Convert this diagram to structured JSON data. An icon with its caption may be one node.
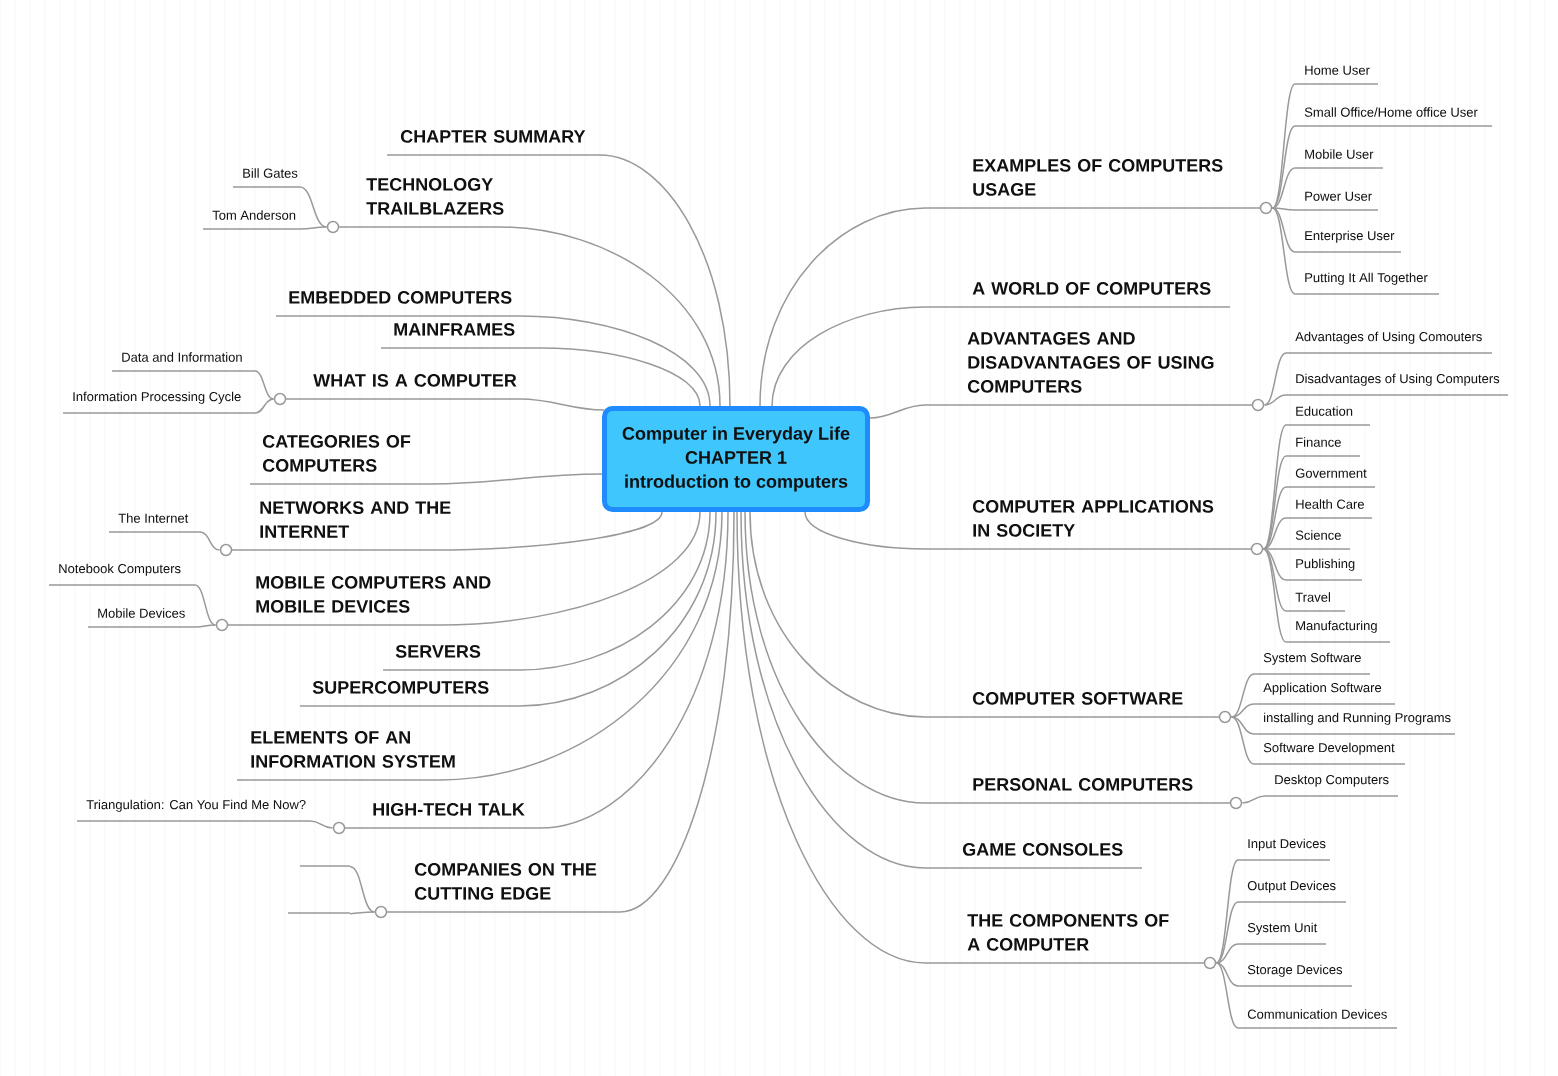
{
  "diagram": {
    "nodes": [
      {
        "text": [
          "Computer in Everyday Life",
          "CHAPTER 1",
          "introduction to computers"
        ]
      },
      {
        "text": [
          "CHAPTER SUMMARY"
        ]
      },
      {
        "text": [
          "TECHNOLOGY TRAILBLAZERS"
        ]
      },
      {
        "text": [
          "Bill Gates"
        ]
      },
      {
        "text": [
          "Tom Anderson"
        ]
      },
      {
        "text": [
          "EMBEDDED COMPUTERS"
        ]
      },
      {
        "text": [
          "MAINFRAMES"
        ]
      },
      {
        "text": [
          "WHAT IS A COMPUTER"
        ]
      },
      {
        "text": [
          "Data and Information"
        ]
      },
      {
        "text": [
          "Information Processing Cycle"
        ]
      },
      {
        "text": [
          "CATEGORIES OF COMPUTERS"
        ]
      },
      {
        "text": [
          "NETWORKS AND THE INTERNET"
        ]
      },
      {
        "text": [
          "The Internet"
        ]
      },
      {
        "text": [
          "MOBILE COMPUTERS AND MOBILE DEVICES"
        ]
      },
      {
        "text": [
          "Notebook Computers"
        ]
      },
      {
        "text": [
          "Mobile Devices"
        ]
      },
      {
        "text": [
          "SERVERS"
        ]
      },
      {
        "text": [
          "SUPERCOMPUTERS"
        ]
      },
      {
        "text": [
          "ELEMENTS OF AN INFORMATION SYSTEM"
        ]
      },
      {
        "text": [
          "HIGH-TECH TALK"
        ]
      },
      {
        "text": [
          "Triangulation: Can You Find Me Now?"
        ]
      },
      {
        "text": [
          "COMPANIES ON THE CUTTING EDGE"
        ]
      },
      {
        "text": [],
        "shape": "line"
      },
      {
        "text": [],
        "shape": "line"
      },
      {
        "text": [
          "EXAMPLES OF COMPUTERS USAGE"
        ]
      },
      {
        "text": [
          "Home User"
        ]
      },
      {
        "text": [
          "Small Office/Home office User"
        ]
      },
      {
        "text": [
          "Mobile User"
        ]
      },
      {
        "text": [
          "Power User"
        ]
      },
      {
        "text": [
          "Enterprise User"
        ]
      },
      {
        "text": [
          "Putting It All Together"
        ]
      },
      {
        "text": [
          "A WORLD OF COMPUTERS"
        ]
      },
      {
        "text": [
          "ADVANTAGES AND DISADVANTAGES OF USING COMPUTERS"
        ]
      },
      {
        "text": [
          "Advantages of Using Comouters"
        ]
      },
      {
        "text": [
          "Disadvantages of Using Computers"
        ]
      },
      {
        "text": [
          "COMPUTER APPLICATIONS IN SOCIETY"
        ]
      },
      {
        "text": [
          "Education"
        ]
      },
      {
        "text": [
          "Finance"
        ]
      },
      {
        "text": [
          "Government"
        ]
      },
      {
        "text": [
          "Health Care"
        ]
      },
      {
        "text": [
          "Science"
        ]
      },
      {
        "text": [
          "Publishing"
        ]
      },
      {
        "text": [
          "Travel"
        ]
      },
      {
        "text": [
          "Manufacturing"
        ]
      },
      {
        "text": [
          "COMPUTER SOFTWARE"
        ]
      },
      {
        "text": [
          "System Software"
        ]
      },
      {
        "text": [
          "Application Software"
        ]
      },
      {
        "text": [
          "installing and Running Programs"
        ]
      },
      {
        "text": [
          "Software Development"
        ]
      },
      {
        "text": [
          "PERSONAL COMPUTERS"
        ]
      },
      {
        "text": [
          "Desktop Computers"
        ]
      },
      {
        "text": [
          "GAME CONSOLES"
        ]
      },
      {
        "text": [
          "THE COMPONENTS OF A COMPUTER"
        ]
      },
      {
        "text": [
          "Input Devices"
        ]
      },
      {
        "text": [
          "Output Devices"
        ]
      },
      {
        "text": [
          "System Unit"
        ]
      },
      {
        "text": [
          "Storage Devices"
        ]
      },
      {
        "text": [
          "Communication Devices"
        ]
      }
    ],
    "edges": [
      {
        "from": 0,
        "to": 1,
        "arrow": "none"
      },
      {
        "from": 0,
        "to": 2,
        "arrow": "none"
      },
      {
        "from": 2,
        "to": 3,
        "arrow": "none"
      },
      {
        "from": 2,
        "to": 4,
        "arrow": "none"
      },
      {
        "from": 0,
        "to": 5,
        "arrow": "none"
      },
      {
        "from": 0,
        "to": 6,
        "arrow": "none"
      },
      {
        "from": 0,
        "to": 7,
        "arrow": "none"
      },
      {
        "from": 7,
        "to": 8,
        "arrow": "none"
      },
      {
        "from": 7,
        "to": 9,
        "arrow": "none"
      },
      {
        "from": 0,
        "to": 10,
        "arrow": "none"
      },
      {
        "from": 0,
        "to": 11,
        "arrow": "none"
      },
      {
        "from": 11,
        "to": 12,
        "arrow": "none"
      },
      {
        "from": 0,
        "to": 13,
        "arrow": "none"
      },
      {
        "from": 13,
        "to": 14,
        "arrow": "none"
      },
      {
        "from": 13,
        "to": 15,
        "arrow": "none"
      },
      {
        "from": 0,
        "to": 16,
        "arrow": "none"
      },
      {
        "from": 0,
        "to": 17,
        "arrow": "none"
      },
      {
        "from": 0,
        "to": 18,
        "arrow": "none"
      },
      {
        "from": 0,
        "to": 19,
        "arrow": "none"
      },
      {
        "from": 19,
        "to": 20,
        "arrow": "none"
      },
      {
        "from": 0,
        "to": 21,
        "arrow": "none"
      },
      {
        "from": 21,
        "to": 22,
        "arrow": "none"
      },
      {
        "from": 21,
        "to": 23,
        "arrow": "none"
      },
      {
        "from": 0,
        "to": 24,
        "arrow": "none"
      },
      {
        "from": 24,
        "to": 25,
        "arrow": "none"
      },
      {
        "from": 24,
        "to": 26,
        "arrow": "none"
      },
      {
        "from": 24,
        "to": 27,
        "arrow": "none"
      },
      {
        "from": 24,
        "to": 28,
        "arrow": "none"
      },
      {
        "from": 24,
        "to": 29,
        "arrow": "none"
      },
      {
        "from": 24,
        "to": 30,
        "arrow": "none"
      },
      {
        "from": 0,
        "to": 31,
        "arrow": "none"
      },
      {
        "from": 0,
        "to": 32,
        "arrow": "none"
      },
      {
        "from": 32,
        "to": 33,
        "arrow": "none"
      },
      {
        "from": 32,
        "to": 34,
        "arrow": "none"
      },
      {
        "from": 0,
        "to": 35,
        "arrow": "none"
      },
      {
        "from": 35,
        "to": 36,
        "arrow": "none"
      },
      {
        "from": 35,
        "to": 37,
        "arrow": "none"
      },
      {
        "from": 35,
        "to": 38,
        "arrow": "none"
      },
      {
        "from": 35,
        "to": 39,
        "arrow": "none"
      },
      {
        "from": 35,
        "to": 40,
        "arrow": "none"
      },
      {
        "from": 35,
        "to": 41,
        "arrow": "none"
      },
      {
        "from": 35,
        "to": 42,
        "arrow": "none"
      },
      {
        "from": 35,
        "to": 43,
        "arrow": "none"
      },
      {
        "from": 0,
        "to": 44,
        "arrow": "none"
      },
      {
        "from": 44,
        "to": 45,
        "arrow": "none"
      },
      {
        "from": 44,
        "to": 46,
        "arrow": "none"
      },
      {
        "from": 44,
        "to": 47,
        "arrow": "none"
      },
      {
        "from": 44,
        "to": 48,
        "arrow": "none"
      },
      {
        "from": 0,
        "to": 49,
        "arrow": "none"
      },
      {
        "from": 49,
        "to": 50,
        "arrow": "none"
      },
      {
        "from": 0,
        "to": 51,
        "arrow": "none"
      },
      {
        "from": 0,
        "to": 52,
        "arrow": "none"
      },
      {
        "from": 52,
        "to": 53,
        "arrow": "none"
      },
      {
        "from": 52,
        "to": 54,
        "arrow": "none"
      },
      {
        "from": 52,
        "to": 55,
        "arrow": "none"
      },
      {
        "from": 52,
        "to": 56,
        "arrow": "none"
      },
      {
        "from": 52,
        "to": 57,
        "arrow": "none"
      }
    ]
  }
}
